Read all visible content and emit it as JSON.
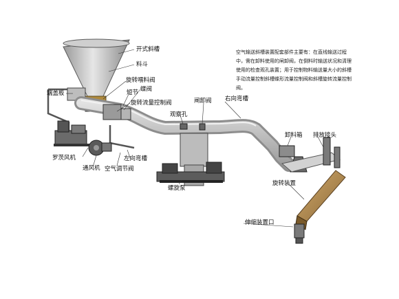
{
  "labels": {
    "open_chute": "开式斜槽",
    "hopper": "料斗",
    "rotary_valve": "旋转喂料阀",
    "end_plate": "端盖板",
    "short_section": "短节",
    "butterfly_valve": "蝶阀",
    "rotary_flow_valve": "旋转流量控制阀",
    "observation_hole": "观察孔",
    "gate_valve": "闸卸阀",
    "right_bend": "右向弯槽",
    "unload_box": "卸料箱",
    "discharge_head": "排放接头",
    "roots_blower": "罗茨风机",
    "fan": "通风机",
    "left_bend": "左向弯槽",
    "air_valve": "空气调节阀",
    "screw_pump": "螺旋泵",
    "rotating_device": "旋转装置",
    "telescopic_device": "伸缩装置口"
  },
  "description": "空气输送斜槽装置配套部件主要有：在直线输送过程中，需在卸料使用的闸卸阀，在倒料时输送状况和清理使用的检查观孔装置；用于控制物料输送量大小的斜槽手动流量控制斜槽蝶形流量控制阀和斜槽旋转流量控制阀。",
  "colors": {
    "chute_light": "#d4d4d4",
    "chute_dark": "#8a8a8a",
    "machine_dark": "#4a4a4a",
    "wood": "#b8915a",
    "outline": "#3a3a3a"
  }
}
